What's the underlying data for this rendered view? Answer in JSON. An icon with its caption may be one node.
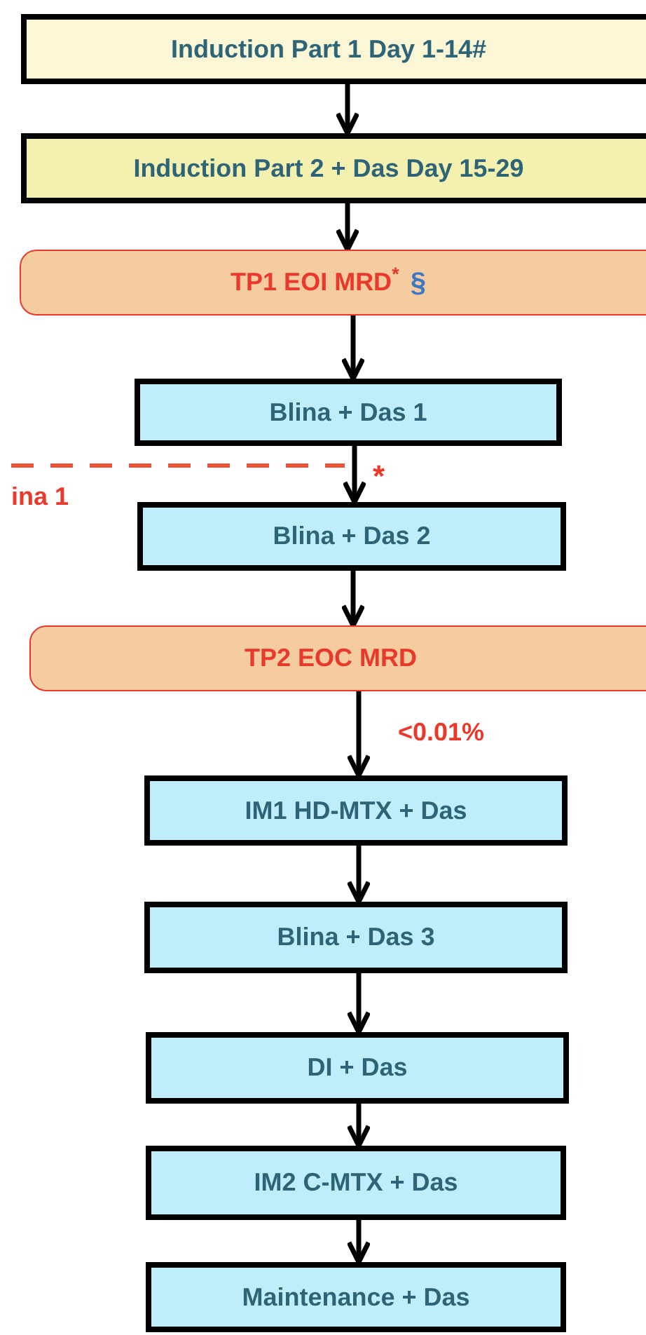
{
  "diagram": {
    "nodes": [
      {
        "text": [
          "Induction Part 1 Day 1-14#"
        ]
      },
      {
        "text": [
          "Induction Part 2 + Das Day 15-29"
        ]
      },
      {
        "text": [
          "TP1 EOI MRD$^{*}$",
          "§"
        ]
      },
      {
        "text": [
          "Blina + Das 1"
        ]
      },
      {
        "text": [
          "Blina + Das 2"
        ]
      },
      {
        "text": [
          "TP2 EOC MRD"
        ]
      },
      {
        "text": [
          "IM1 HD-MTX + Das"
        ]
      },
      {
        "text": [
          "Blina + Das 3"
        ]
      },
      {
        "text": [
          "DI + Das"
        ]
      },
      {
        "text": [
          "IM2 C-MTX + Das"
        ]
      },
      {
        "text": [
          "Maintenance + Das"
        ]
      }
    ],
    "edges": [
      {
        "from": 0,
        "to": 1,
        "arrow": "to"
      },
      {
        "from": 1,
        "to": 2,
        "arrow": "to"
      },
      {
        "from": 2,
        "to": 3,
        "arrow": "to"
      },
      {
        "from": 3,
        "to": 4,
        "arrow": "to"
      },
      {
        "from": 4,
        "to": 5,
        "arrow": "to"
      },
      {
        "from": 5,
        "to": 6,
        "label": "<0.01%",
        "arrow": "to"
      },
      {
        "from": 6,
        "to": 7,
        "arrow": "to"
      },
      {
        "from": 7,
        "to": 8,
        "arrow": "to"
      },
      {
        "from": 8,
        "to": 9,
        "arrow": "to"
      },
      {
        "from": 9,
        "to": 10,
        "arrow": "to"
      }
    ],
    "labels": [
      "*",
      "ina 1"
    ]
  }
}
